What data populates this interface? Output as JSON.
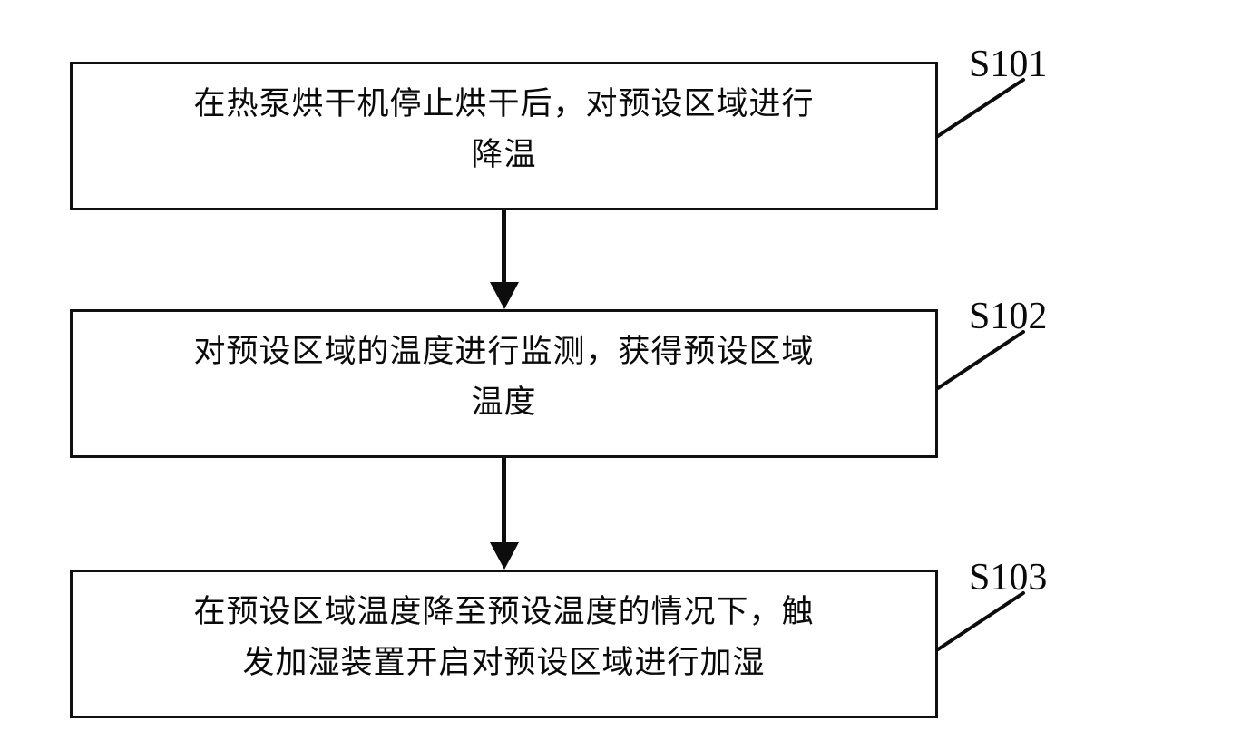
{
  "diagram": {
    "type": "flowchart",
    "orientation": "vertical",
    "background_color": "#ffffff",
    "line_color": "#0d0d0d",
    "text_color": "#0a0a0a",
    "steps": [
      {
        "id": "S101",
        "label": "S101",
        "text": "在热泵烘干机停止烘干后，对预设区域进行\n降温",
        "line1": "在热泵烘干机停止烘干后，对预设区域进行",
        "line2": "降温"
      },
      {
        "id": "S102",
        "label": "S102",
        "text": "对预设区域的温度进行监测，获得预设区域\n温度",
        "line1": "对预设区域的温度进行监测，获得预设区域",
        "line2": "温度"
      },
      {
        "id": "S103",
        "label": "S103",
        "text": "在预设区域温度降至预设温度的情况下，触\n发加湿装置开启对预设区域进行加湿",
        "line1": "在预设区域温度降至预设温度的情况下，触",
        "line2": "发加湿装置开启对预设区域进行加湿"
      }
    ],
    "connectors": [
      {
        "from": "S101",
        "to": "S102",
        "arrow": "down-arrow-icon"
      },
      {
        "from": "S102",
        "to": "S103",
        "arrow": "down-arrow-icon"
      }
    ]
  }
}
